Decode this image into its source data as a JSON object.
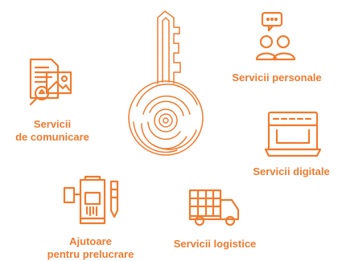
{
  "accent_color": "#f07a2e",
  "center": {
    "icon": "fingerprint-key-icon"
  },
  "services": [
    {
      "id": "personal",
      "label": "Servicii personale",
      "icon": "people-chat-icon"
    },
    {
      "id": "digital",
      "label": "Servicii digitale",
      "icon": "keyboard-tray-icon"
    },
    {
      "id": "logistics",
      "label": "Servicii logistice",
      "icon": "delivery-truck-icon"
    },
    {
      "id": "processing",
      "label_line1": "Ajutoare",
      "label_line2": "pentru prelucrare",
      "icon": "machine-tools-icon"
    },
    {
      "id": "communication",
      "label_line1": "Servicii",
      "label_line2": "de comunicare",
      "icon": "document-search-icon"
    }
  ]
}
